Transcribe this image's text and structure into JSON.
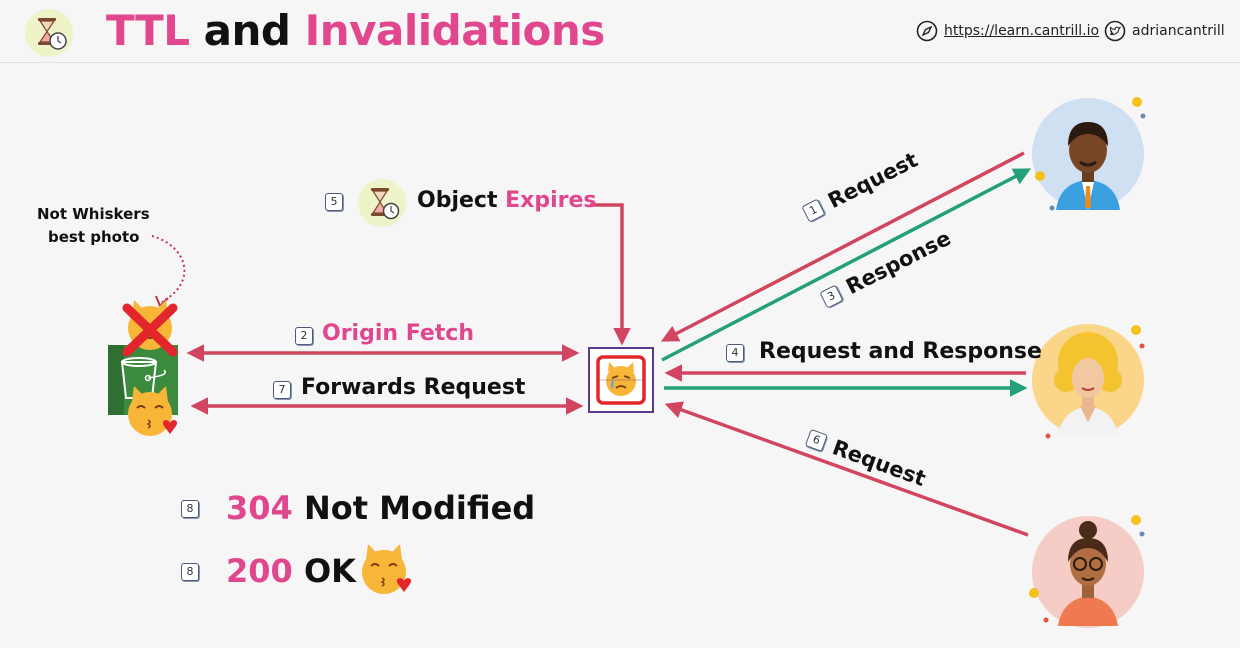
{
  "header": {
    "title_ttl": "TTL",
    "title_and": "and",
    "title_inv": "Invalidations",
    "url": "https://learn.cantrill.io",
    "twitter": "adriancantrill"
  },
  "note": {
    "line1": "Not Whiskers",
    "line2": "best photo"
  },
  "steps": {
    "s1": {
      "num": "1",
      "label": "Request"
    },
    "s2": {
      "num": "2",
      "label": "Origin Fetch"
    },
    "s3": {
      "num": "3",
      "label": "Response"
    },
    "s4": {
      "num": "4",
      "label": "Request and Response"
    },
    "s5": {
      "num": "5",
      "label_a": "Object",
      "label_b": "Expires"
    },
    "s6": {
      "num": "6",
      "label": "Request"
    },
    "s7": {
      "num": "7",
      "label": "Forwards Request"
    },
    "s8a": {
      "num": "8",
      "code": "304",
      "text": "Not Modified"
    },
    "s8b": {
      "num": "8",
      "code": "200",
      "text": "OK"
    }
  },
  "icons": {
    "hourglass": "hourglass-clock-icon",
    "bucket": "s3-bucket-icon",
    "cat": "cat-emoji-icon",
    "cache": "edge-cache-icon",
    "user": "user-avatar-icon"
  },
  "colors": {
    "pink": "#e0478f",
    "red_arrow": "#d24560",
    "green_arrow": "#23a07a",
    "bucket_green": "#3b8a3e",
    "edge_border": "#5a3a8a"
  }
}
